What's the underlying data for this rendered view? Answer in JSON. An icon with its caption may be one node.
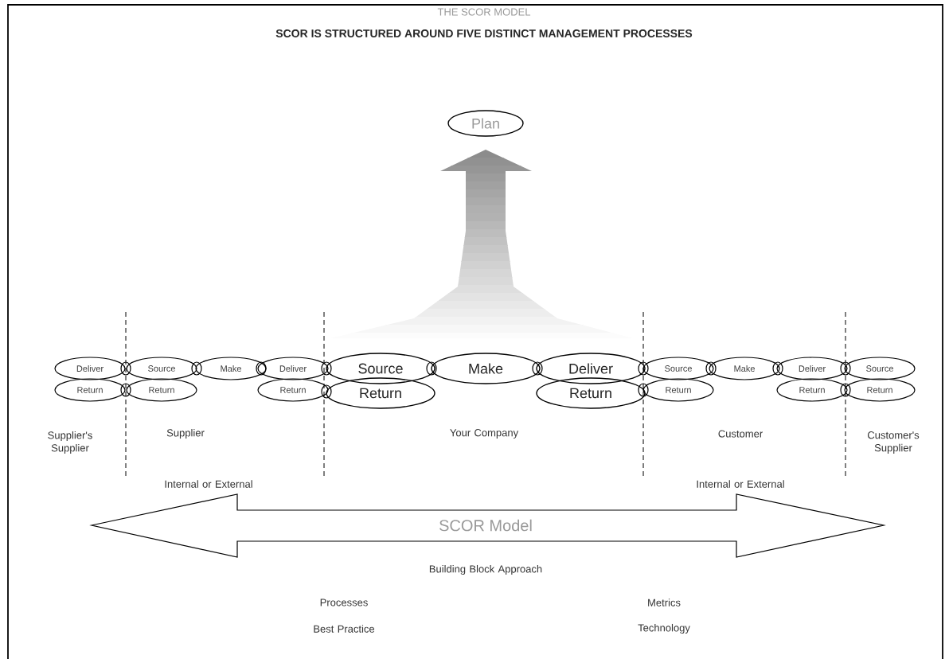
{
  "diagram": {
    "title": "THE SCOR MODEL",
    "nodes": [
      {
        "text": [
          "Plan"
        ]
      },
      {
        "text": [
          "Deliver"
        ]
      },
      {
        "text": [
          "Source"
        ]
      },
      {
        "text": [
          "Make"
        ]
      },
      {
        "text": [
          "Deliver"
        ]
      },
      {
        "text": [
          "Source"
        ]
      },
      {
        "text": [
          "Make"
        ]
      },
      {
        "text": [
          "Deliver"
        ]
      },
      {
        "text": [
          "Source"
        ]
      },
      {
        "text": [
          "Make"
        ]
      },
      {
        "text": [
          "Deliver"
        ]
      },
      {
        "text": [
          "Source"
        ]
      },
      {
        "text": [
          "Return"
        ]
      },
      {
        "text": [
          "Return"
        ]
      },
      {
        "text": [
          "Return"
        ]
      },
      {
        "text": [
          "Return"
        ]
      },
      {
        "text": [
          "Return"
        ]
      },
      {
        "text": [
          "Return"
        ]
      },
      {
        "text": [
          "Return"
        ]
      },
      {
        "text": [
          "Return"
        ]
      },
      {
        "text": [
          "SCOR Model"
        ]
      }
    ],
    "edges": [],
    "labels": [
      "SCOR IS STRUCTURED AROUND FIVE DISTINCT MANAGEMENT PROCESSES",
      "Supplier's Supplier",
      "Supplier",
      "Your Company",
      "Customer",
      "Customer's Supplier",
      "Internal or External",
      "Internal or External",
      "Building Block Approach",
      "Processes",
      "Metrics",
      "Best Practice",
      "Technology"
    ]
  }
}
